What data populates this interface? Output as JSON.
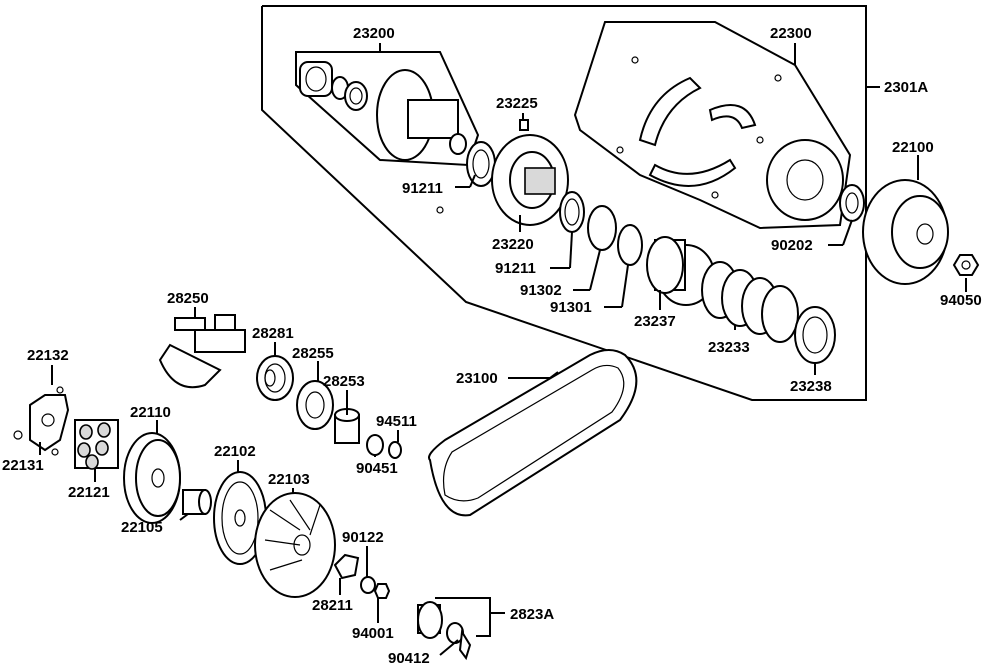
{
  "labels": {
    "l23200": "23200",
    "l22300": "22300",
    "l2301A": "2301A",
    "l23225": "23225",
    "l91211a": "91211",
    "l22100": "22100",
    "l23220": "23220",
    "l91211b": "91211",
    "l90202": "90202",
    "l91302": "91302",
    "l94050": "94050",
    "l91301": "91301",
    "l23237": "23237",
    "l28250": "28250",
    "l28281": "28281",
    "l23233": "23233",
    "l28255": "28255",
    "l22132": "22132",
    "l28253": "28253",
    "l23100": "23100",
    "l23238": "23238",
    "l22110": "22110",
    "l94511": "94511",
    "l22131": "22131",
    "l90451": "90451",
    "l22102": "22102",
    "l22103": "22103",
    "l22121": "22121",
    "l22105": "22105",
    "l90122": "90122",
    "l28211": "28211",
    "l2823A": "2823A",
    "l94001": "94001",
    "l90412": "90412"
  }
}
